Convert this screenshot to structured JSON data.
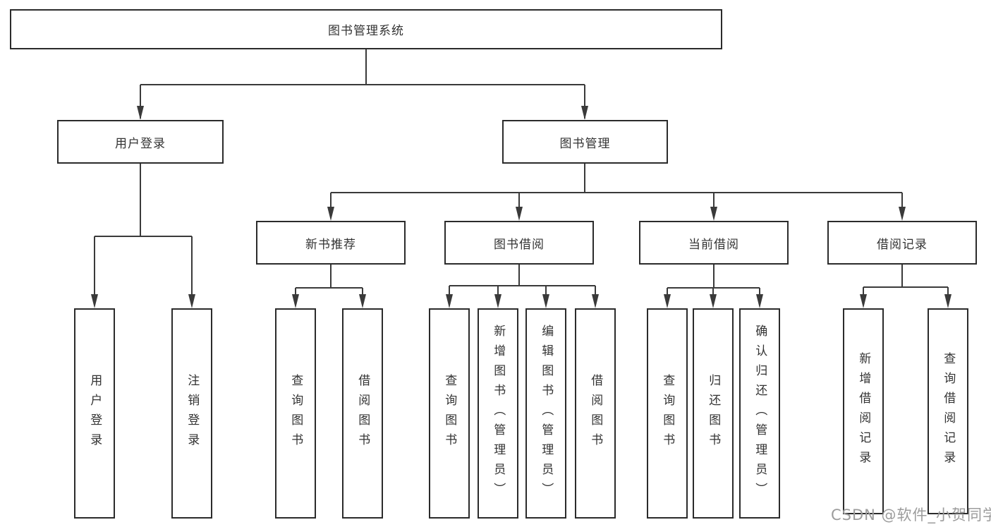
{
  "nodes": {
    "root": "图书管理系统",
    "user_login": "用户登录",
    "book_mgmt": "图书管理",
    "new_book_rec": "新书推荐",
    "book_borrow": "图书借阅",
    "current_borrow": "当前借阅",
    "borrow_records": "借阅记录",
    "leaves": {
      "user_login_leaf": "用户登录",
      "logout": "注销登录",
      "nbr_query_books": "查询图书",
      "nbr_borrow_books": "借阅图书",
      "bb_query_books": "查询图书",
      "bb_add_books": "新增图书（管理员）",
      "bb_edit_books": "编辑图书（管理员）",
      "bb_borrow_books": "借阅图书",
      "cb_query_books": "查询图书",
      "cb_return_books": "归还图书",
      "cb_confirm_return": "确认归还（管理员）",
      "br_add_record": "新增借阅记录",
      "br_query_record": "查询借阅记录"
    }
  },
  "hierarchy": {
    "图书管理系统": {
      "用户登录": [
        "用户登录",
        "注销登录"
      ],
      "图书管理": {
        "新书推荐": [
          "查询图书",
          "借阅图书"
        ],
        "图书借阅": [
          "查询图书",
          "新增图书（管理员）",
          "编辑图书（管理员）",
          "借阅图书"
        ],
        "当前借阅": [
          "查询图书",
          "归还图书",
          "确认归还（管理员）"
        ],
        "借阅记录": [
          "新增借阅记录",
          "查询借阅记录"
        ]
      }
    }
  },
  "watermark": "CSDN @软件_小贺同学",
  "colors": {
    "line": "#3a3a3a",
    "box_border": "#2b2b2b",
    "text": "#333333",
    "watermark": "#9c9c9c",
    "background": "#ffffff"
  }
}
